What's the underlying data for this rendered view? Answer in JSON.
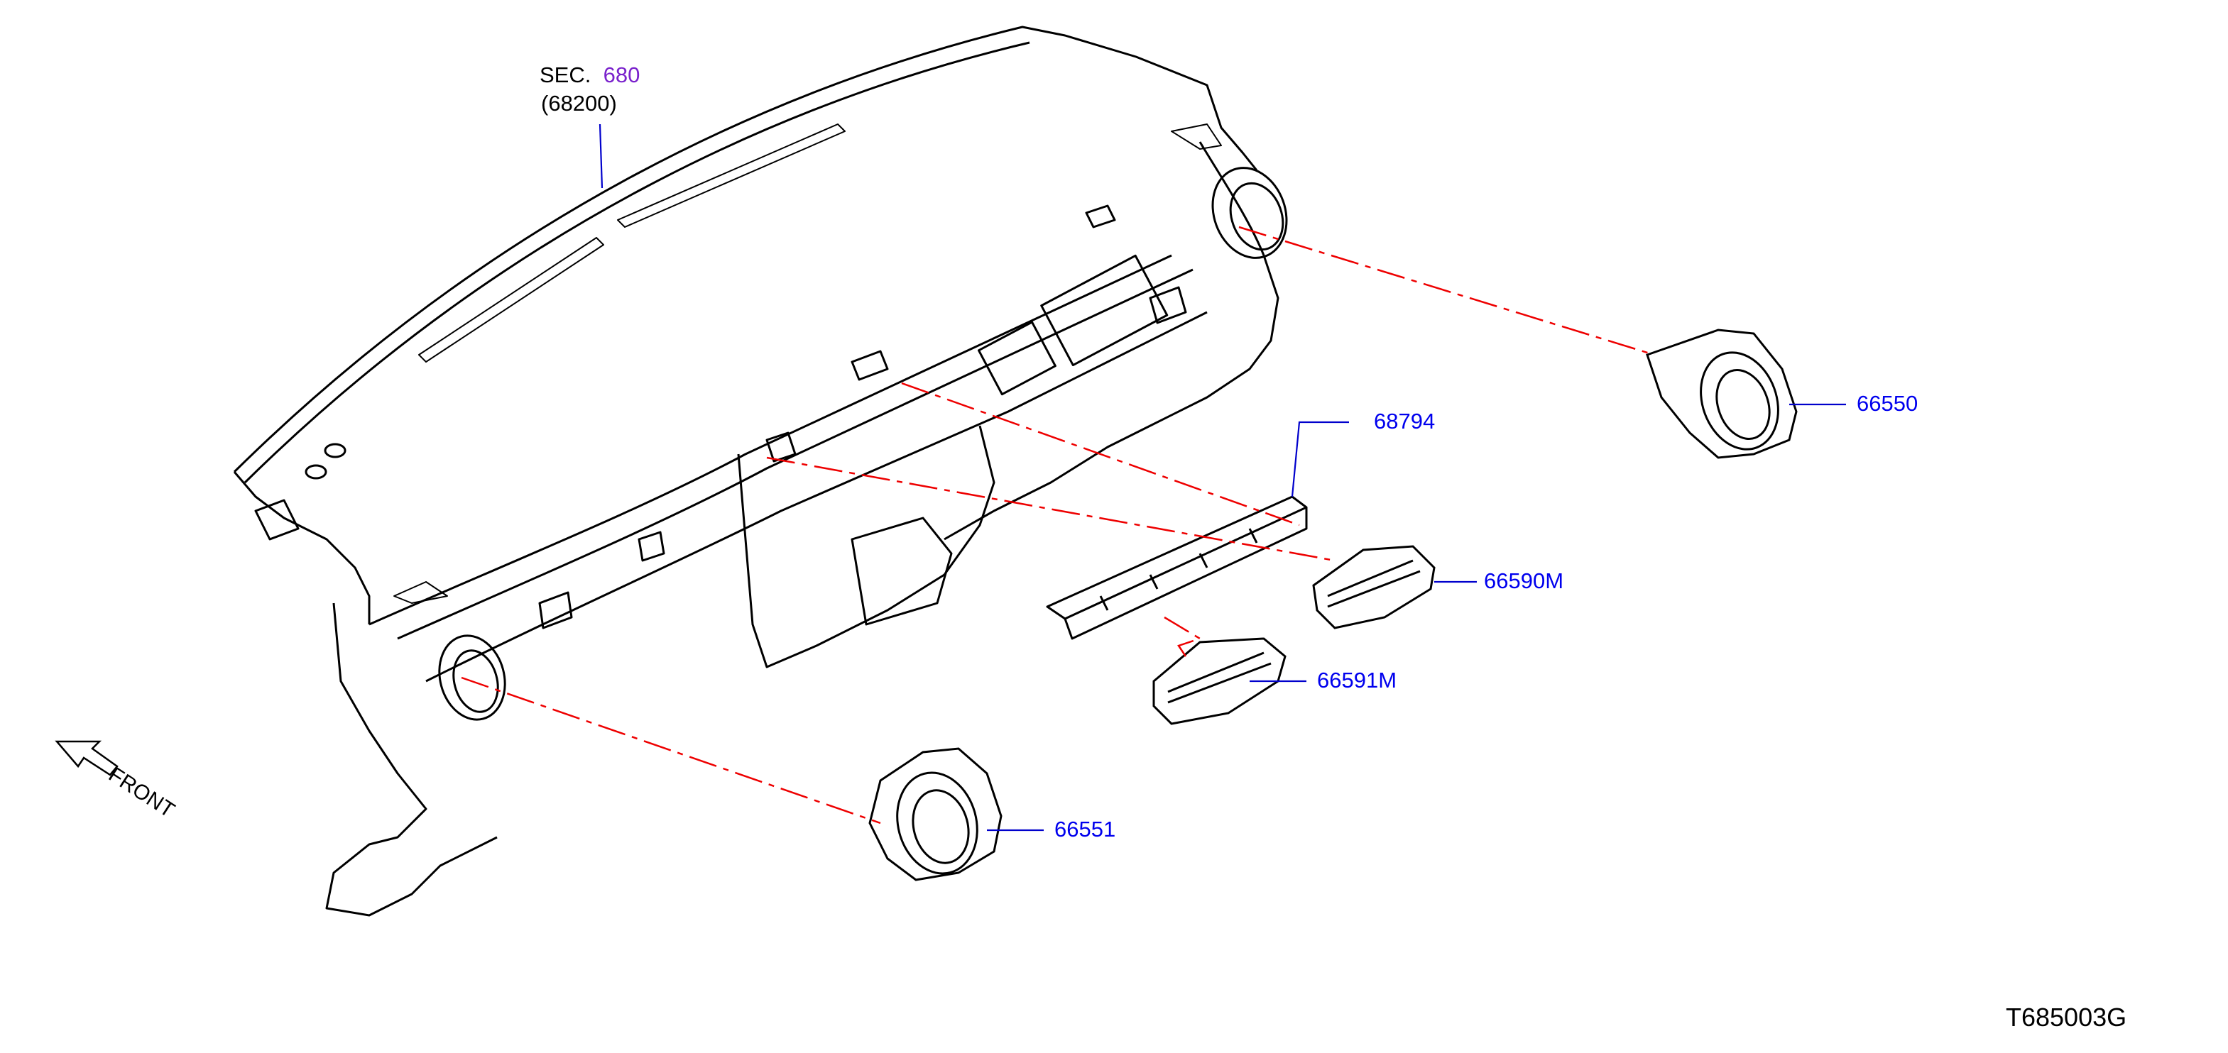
{
  "section_ref": {
    "prefix": "SEC.",
    "number": "680",
    "sub_ref": "(68200)"
  },
  "parts": [
    {
      "code": "68794"
    },
    {
      "code": "66550"
    },
    {
      "code": "66590M"
    },
    {
      "code": "66591M"
    },
    {
      "code": "66551"
    }
  ],
  "orientation_label": "FRONT",
  "figure_id": "T685003G",
  "colors": {
    "line_art": "#000000",
    "part_label": "#0000ee",
    "section_number": "#7a22cc",
    "leader_dashed": "#ee0000",
    "leader_solid": "#0000cc"
  }
}
